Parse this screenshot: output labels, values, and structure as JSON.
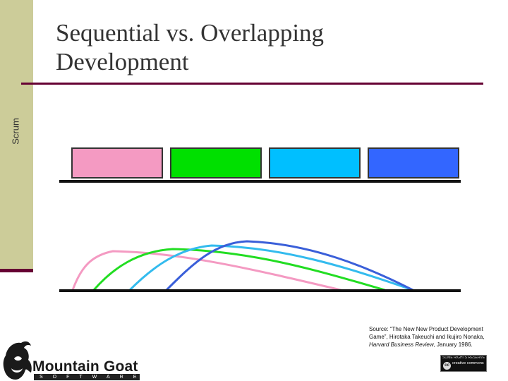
{
  "slide": {
    "title_line1": "Sequential vs. Overlapping",
    "title_line2": "Development",
    "side_label": "Scrum"
  },
  "phases": [
    {
      "color": "#f49ac2"
    },
    {
      "color": "#00e000"
    },
    {
      "color": "#00bfff"
    },
    {
      "color": "#3366ff"
    }
  ],
  "curve_colors": [
    "#f49ac2",
    "#22dd22",
    "#33bbee",
    "#3a5fd9"
  ],
  "citation": {
    "prefix": "Source: “The New New Product Development Game”, Hirotaka Takeuchi and Ikujiro Nonaka, ",
    "journal": "Harvard Business Review",
    "suffix": ", January 1986."
  },
  "logo": {
    "name": "Mountain Goat",
    "sub": "SOFTWARE"
  },
  "license": {
    "top_text": "SOME RIGHTS RESERVED",
    "symbol": "cc",
    "word": "creative commons"
  }
}
